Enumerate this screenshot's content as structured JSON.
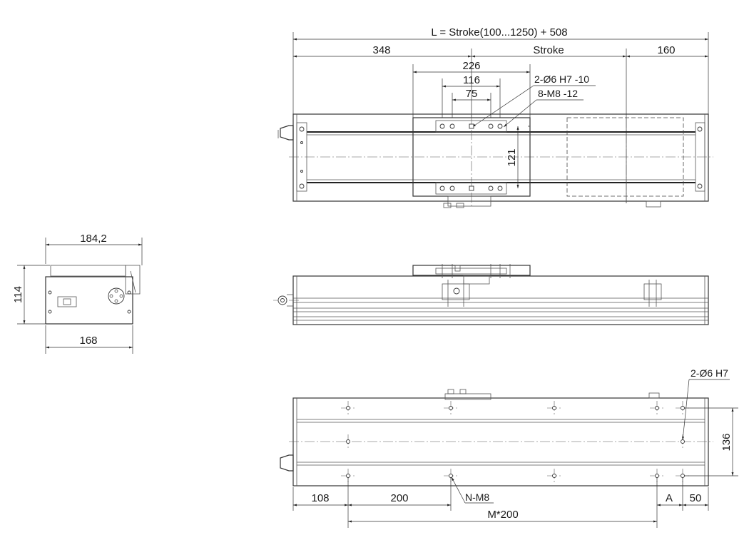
{
  "labels": {
    "total_length": "L = Stroke(100...1250) + 508",
    "left_offset": "348",
    "stroke": "Stroke",
    "right_offset": "160",
    "dim_226": "226",
    "dim_116": "116",
    "dim_75": "75",
    "dim_121": "121",
    "pin_holes_top": "2-Ø6 H7 -10",
    "threaded_holes": "8-M8 -12",
    "width_184": "184,2",
    "height_114": "114",
    "width_168": "168",
    "pin_holes_bottom": "2-Ø6 H7",
    "dim_136": "136",
    "dim_108": "108",
    "dim_200": "200",
    "dim_A": "A",
    "dim_50": "50",
    "n_m8": "N-M8",
    "m_200": "M*200"
  }
}
